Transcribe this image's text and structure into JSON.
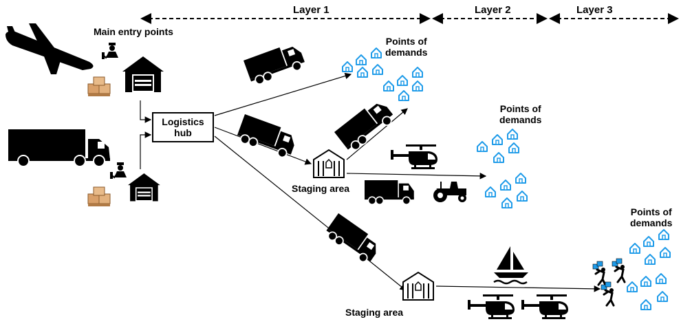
{
  "layers": {
    "layer1": "Layer 1",
    "layer2": "Layer 2",
    "layer3": "Layer 3"
  },
  "entry": {
    "label": "Main entry points"
  },
  "hub": {
    "line1": "Logistics",
    "line2": "hub"
  },
  "staging": {
    "label1": "Staging area",
    "label2": "Staging area"
  },
  "demands": {
    "d1_line1": "Points of",
    "d1_line2": "demands",
    "d2_line1": "Points of",
    "d2_line2": "demands",
    "d3_line1": "Points of",
    "d3_line2": "demands"
  },
  "colors": {
    "house": "#1e9be9",
    "ink": "#000000"
  },
  "icons": [
    "airplane-icon",
    "truck-icon",
    "warehouse-icon",
    "customs-officer-icon",
    "boxes-icon",
    "house-icon",
    "helicopter-icon",
    "tractor-icon",
    "sailboat-icon",
    "porter-icon",
    "staging-building-icon"
  ]
}
